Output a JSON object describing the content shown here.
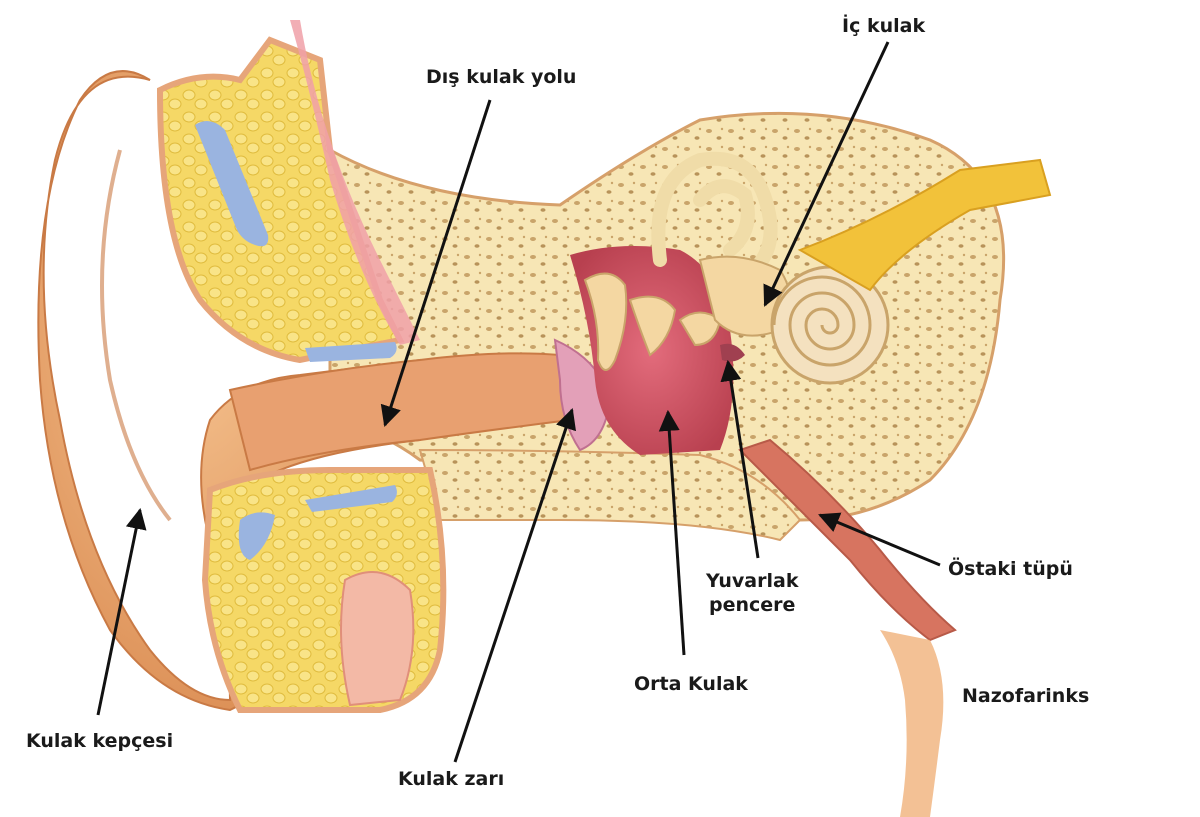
{
  "labels": {
    "dis_kulak_yolu": "Dış kulak yolu",
    "ic_kulak": "İç kulak",
    "yuvarlak_pencere_1": "Yuvarlak",
    "yuvarlak_pencere_2": "pencere",
    "ostaki_tupu": "Östaki tüpü",
    "nazofarinks": "Nazofarinks",
    "orta_kulak": "Orta Kulak",
    "kulak_kepcesi": "Kulak kepçesi",
    "kulak_zari": "Kulak zarı"
  },
  "colors": {
    "skin": "#f0b27a",
    "skin_dark": "#d98a55",
    "bone": "#f7e6b5",
    "bone_pores": "#b8935a",
    "fat": "#f5d866",
    "cartilage": "#9ab4e0",
    "middle_ear": "#d65c6e",
    "canal": "#e8a070",
    "nerve": "#f2c23a",
    "arrow": "#111111"
  }
}
